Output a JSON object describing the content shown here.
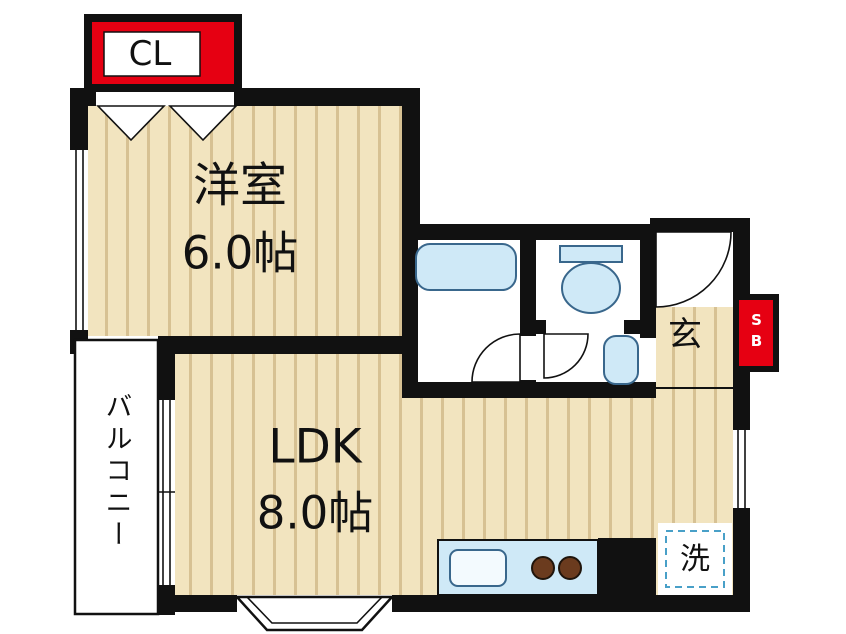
{
  "floorplan": {
    "closet_label": "CL",
    "western_room": {
      "name": "洋室",
      "size": "6.0帖"
    },
    "ldk": {
      "name": "LDK",
      "size": "8.0帖"
    },
    "balcony_label": "バルコニー",
    "entrance_label": "玄",
    "shoebox_label": "SB",
    "laundry_label": "洗"
  },
  "fixtures": [
    "bathtub",
    "toilet",
    "washbasin",
    "kitchen-sink",
    "stove-burners",
    "laundry-space",
    "bay-window",
    "entrance-door",
    "bath-door",
    "toilet-door",
    "closet-folding-doors"
  ],
  "colors": {
    "wall": "#111111",
    "accent_red": "#e60012",
    "flooring": "#f2e4bf",
    "flooring_stripe": "#d7c193",
    "fixture_blue": "#cfe9f7",
    "burner_brown": "#6b3b1e"
  }
}
